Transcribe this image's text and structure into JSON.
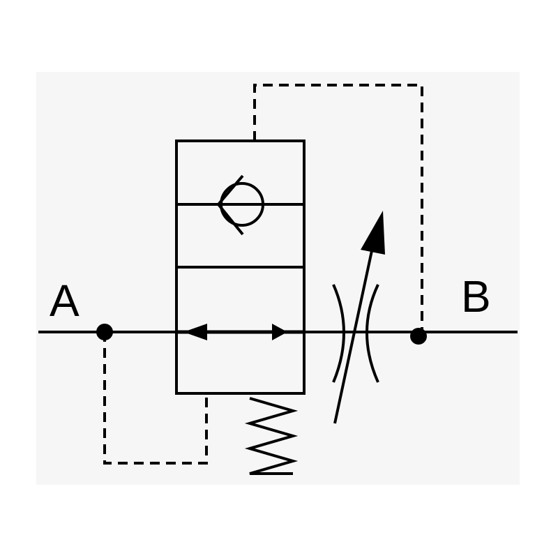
{
  "diagram": {
    "type": "hydraulic-valve-symbol",
    "ports": {
      "a": "A",
      "b": "B"
    },
    "colors": {
      "line": "#000000",
      "background": "#f6f6f6"
    }
  }
}
